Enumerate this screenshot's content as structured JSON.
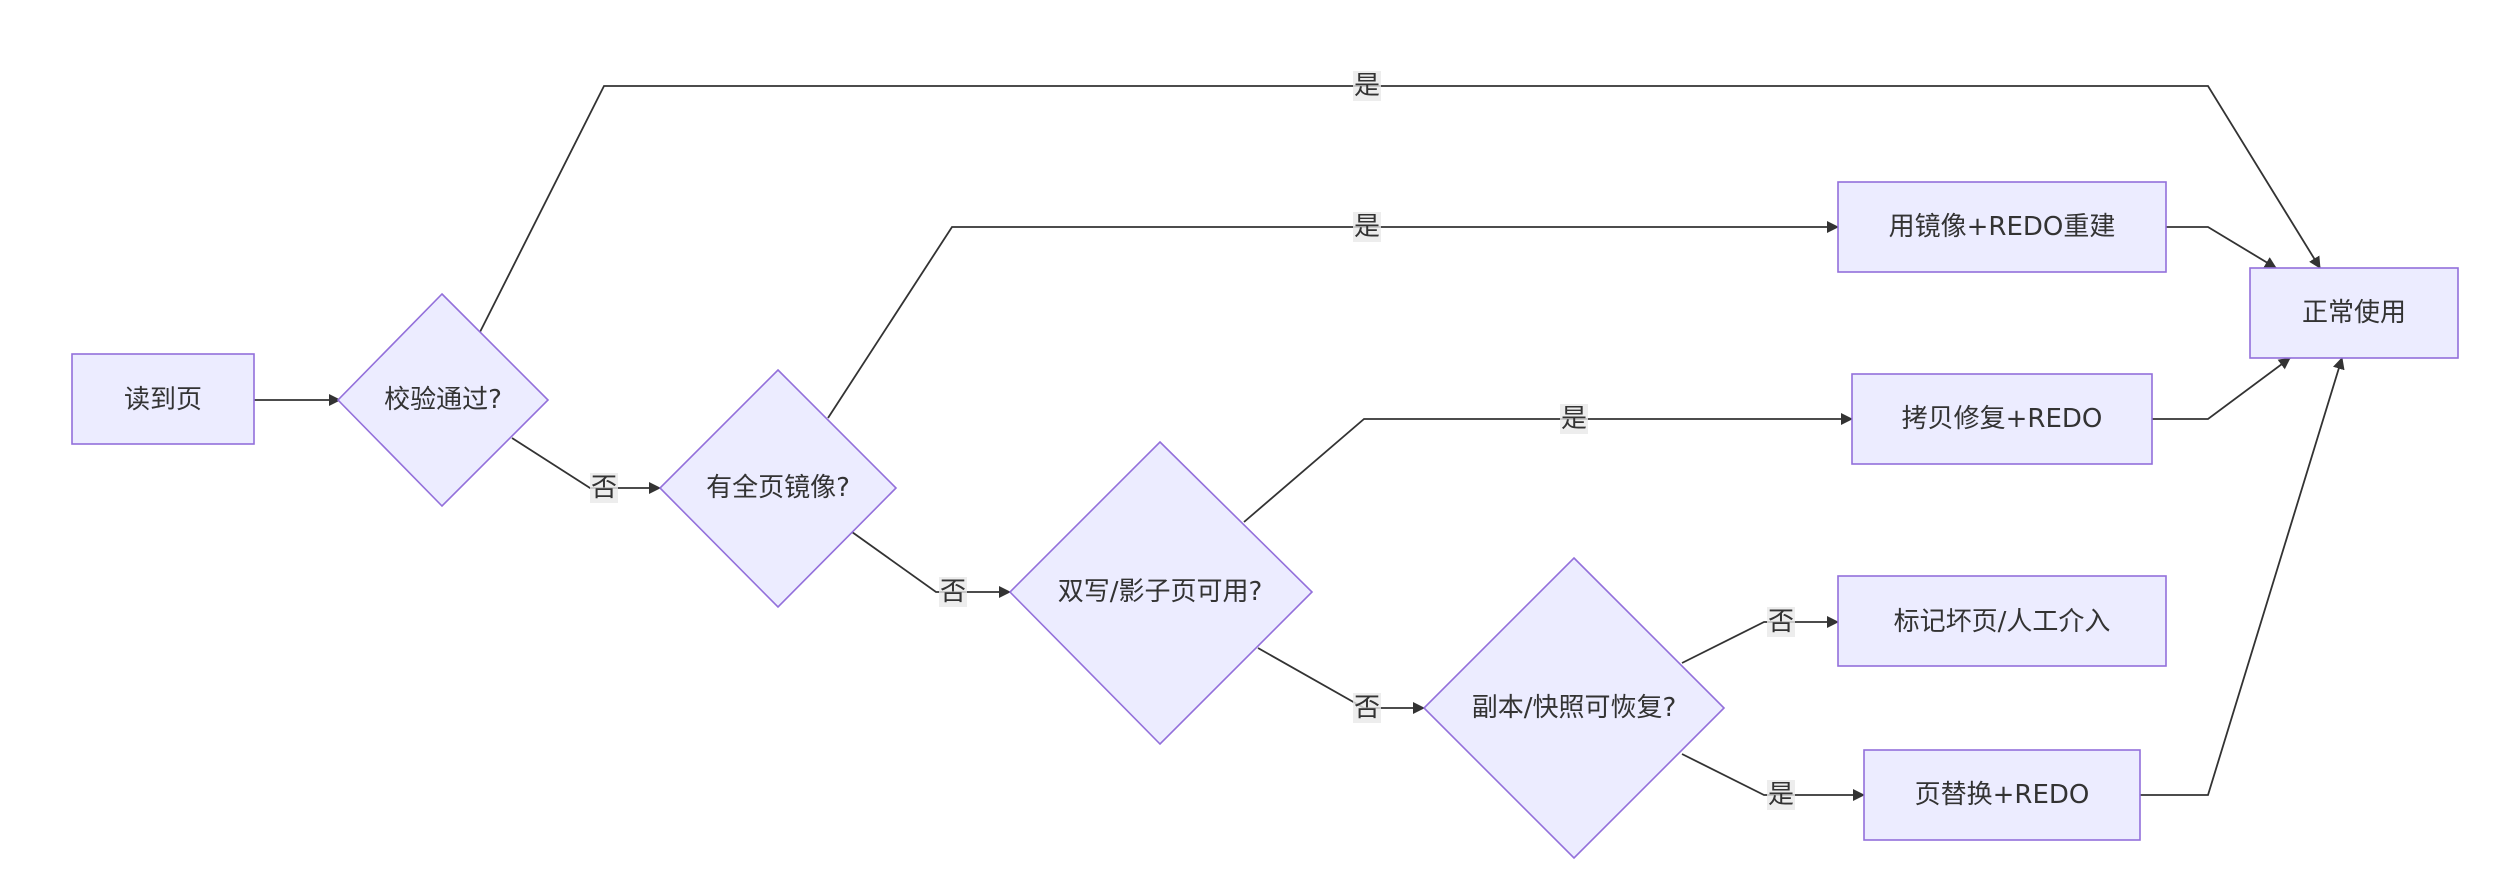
{
  "diagram": {
    "nodes": {
      "read_page": "读到页",
      "checksum_ok": "校验通过?",
      "full_page_image": "有全页镜像?",
      "doublewrite_available": "双写/影子页可用?",
      "replica_recoverable": "副本/快照可恢复?",
      "rebuild_with_image": "用镜像+REDO重建",
      "copy_repair": "拷贝修复+REDO",
      "mark_bad_page": "标记坏页/人工介入",
      "page_replace": "页替换+REDO",
      "normal_use": "正常使用"
    },
    "edge_labels": {
      "checksum_yes": "是",
      "checksum_no": "否",
      "image_yes": "是",
      "image_no": "否",
      "doublewrite_yes": "是",
      "doublewrite_no": "否",
      "replica_no": "否",
      "replica_yes": "是"
    }
  }
}
